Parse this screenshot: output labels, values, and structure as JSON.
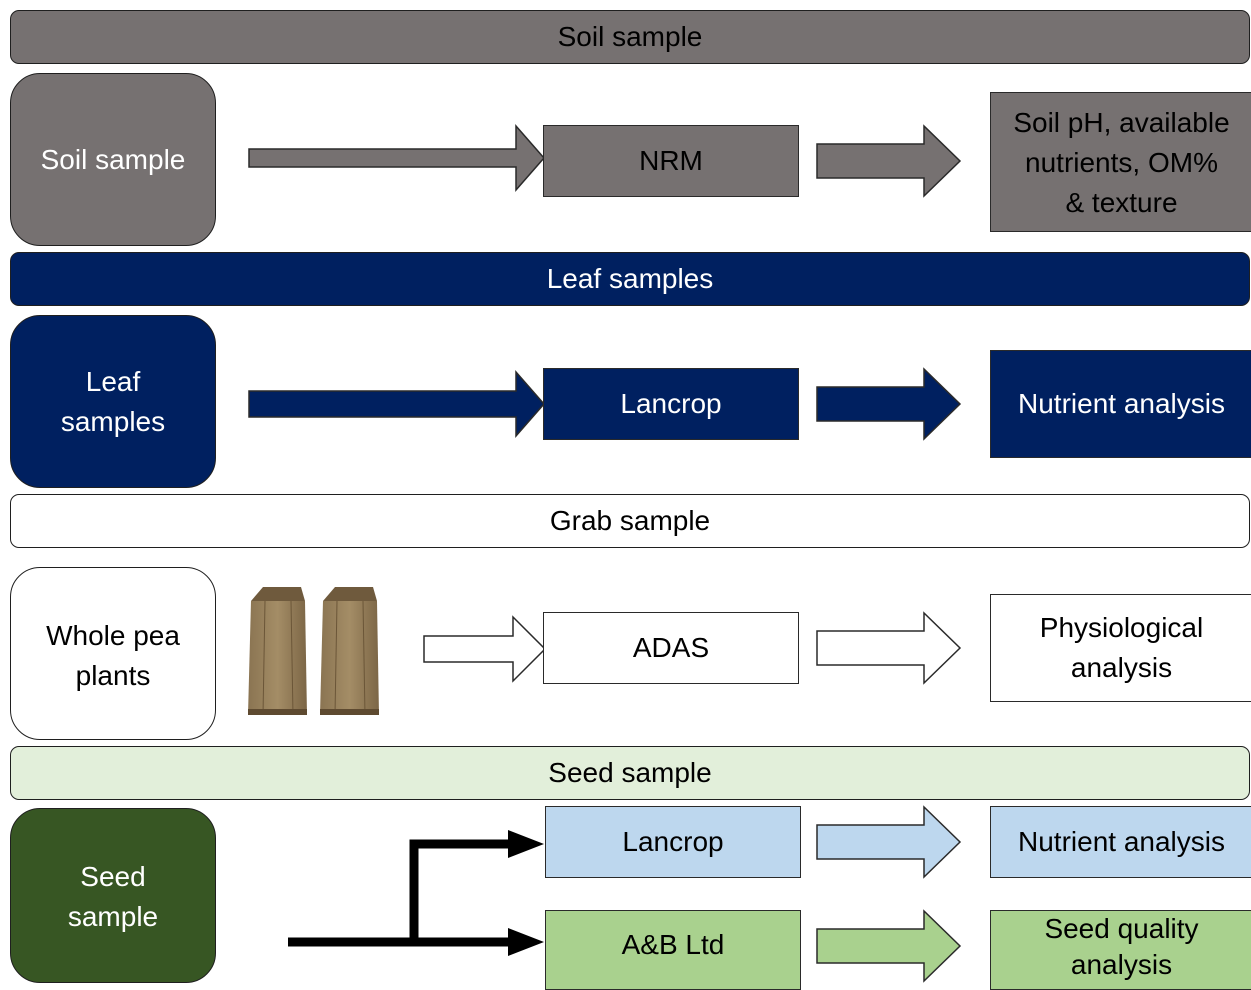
{
  "colors": {
    "soil": "#767171",
    "leaf": "#002060",
    "grab_fill": "#ffffff",
    "seed_band": "#e2efda",
    "seed_source": "#375623",
    "lancrop_seed": "#bdd7ee",
    "ab_seed": "#a9d18e",
    "text_dark": "#000000",
    "text_light": "#ffffff"
  },
  "soil": {
    "band_label": "Soil sample",
    "source_label": "Soil sample",
    "lab_label": "NRM",
    "result_lines": [
      "Soil pH, available",
      "nutrients, OM%",
      "& texture"
    ]
  },
  "leaf": {
    "band_label": "Leaf samples",
    "source_lines": [
      "Leaf",
      "samples"
    ],
    "lab_label": "Lancrop",
    "result_label": "Nutrient analysis"
  },
  "grab": {
    "band_label": "Grab sample",
    "source_lines": [
      "Whole pea",
      "plants"
    ],
    "image_icon": "paper-bag-icon",
    "lab_label": "ADAS",
    "result_lines": [
      "Physiological",
      "analysis"
    ]
  },
  "seed": {
    "band_label": "Seed sample",
    "source_lines": [
      "Seed",
      "sample"
    ],
    "lab1_label": "Lancrop",
    "result1_label": "Nutrient analysis",
    "lab2_label": "A&B Ltd",
    "result2_lines": [
      "Seed quality",
      "analysis"
    ]
  }
}
